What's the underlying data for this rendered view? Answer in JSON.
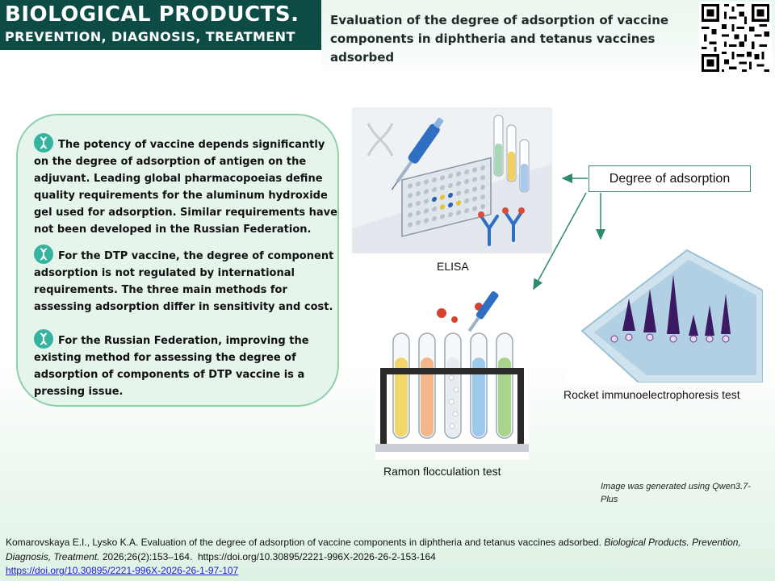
{
  "header": {
    "brand_line1": "BIOLOGICAL PRODUCTS.",
    "brand_line2": "PREVENTION, DIAGNOSIS, TREATMENT",
    "title": "Evaluation of the degree of adsorption of vaccine components in diphtheria and tetanus vaccines adsorbed",
    "colors": {
      "brand_bg": "#0d4b45",
      "band_bg": "#e9f6ee"
    }
  },
  "summary": {
    "points": [
      "The potency of vaccine depends significantly on the degree of adsorption of antigen on the adjuvant. Leading global pharmacopoeias define quality requirements for the aluminum hydroxide gel used for adsorption. Similar requirements have not been developed in the Russian Federation.",
      "For the DTP vaccine, the degree of component adsorption is not regulated by international requirements. The three main methods for assessing adsorption differ in sensitivity and cost.",
      "For the Russian Federation, improving the existing method for assessing the degree of adsorption of components of DTP vaccine is a pressing issue."
    ],
    "icon": "dna-icon",
    "colors": {
      "box_bg": "#e6f5ec",
      "box_border": "#8fcfaa",
      "badge": "#34b3a0"
    }
  },
  "diagram": {
    "center_label": "Degree of adsorption",
    "methods": [
      {
        "caption": "ELISA",
        "icon": "elisa-plate-pipette-illustration"
      },
      {
        "caption": "Rocket immunoelectrophoresis test",
        "icon": "electrophoresis-gel-illustration"
      },
      {
        "caption": "Ramon flocculation test",
        "icon": "test-tube-rack-illustration"
      }
    ],
    "arrow_color": "#2e8a6c"
  },
  "note": "Image was generated using Qwen3.7-Plus",
  "citation": {
    "authors_title": "Komarovskaya E.I., Lysko K.A. Evaluation of the degree of adsorption of vaccine components in diphtheria and tetanus vaccines adsorbed.",
    "journal": "Biological Products. Prevention, Diagnosis, Treatment.",
    "details": "2026;26(2):153–164.",
    "doi": "https://doi.org/10.30895/2221-996X-2026-26-2-153-164",
    "link": "https://doi.org/10.30895/2221-996X-2026-26-1-97-107"
  }
}
